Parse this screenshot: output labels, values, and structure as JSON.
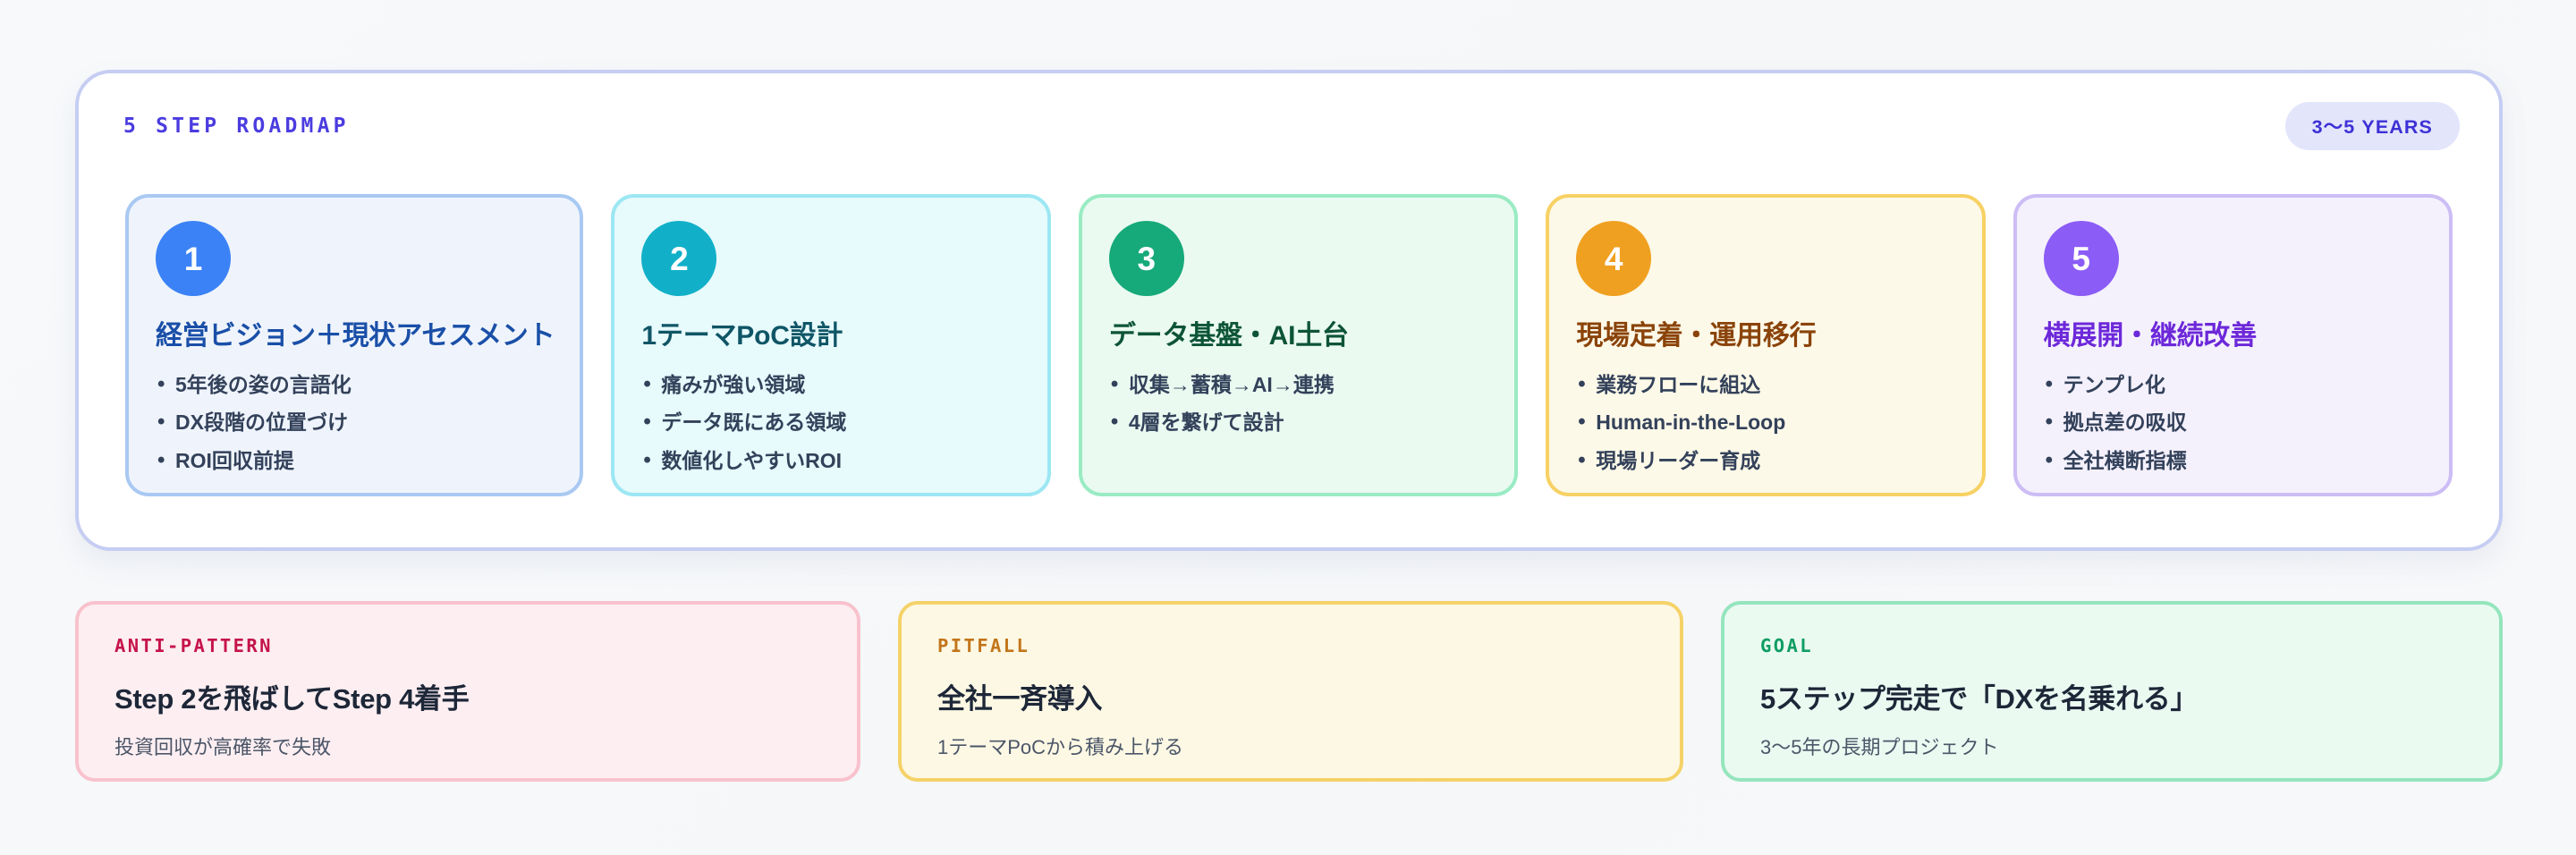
{
  "roadmap": {
    "eyebrow": "5 STEP ROADMAP",
    "badge": "3〜5 YEARS",
    "accent": "#4b3ce0",
    "panel_border": "#c6cdf3",
    "steps": [
      {
        "number": "1",
        "title": "経営ビジョン＋現状アセスメント",
        "bullets": [
          "5年後の姿の言語化",
          "DX段階の位置づけ",
          "ROI回収前提"
        ],
        "badge_color": "#3b82f6",
        "title_color": "#1a4fa8",
        "border_color": "#a9c9f2",
        "bg_color": "#eff4fc"
      },
      {
        "number": "2",
        "title": "1テーマPoC設計",
        "bullets": [
          "痛みが強い領域",
          "データ既にある領域",
          "数値化しやすいROI"
        ],
        "badge_color": "#11b0c8",
        "title_color": "#0f5566",
        "border_color": "#9ce7f3",
        "bg_color": "#e7fafc"
      },
      {
        "number": "3",
        "title": "データ基盤・AI土台",
        "bullets": [
          "収集→蓄積→AI→連携",
          "4層を繋げて設計"
        ],
        "badge_color": "#16a97a",
        "title_color": "#0d5437",
        "border_color": "#9aebc4",
        "bg_color": "#eafaf1"
      },
      {
        "number": "4",
        "title": "現場定着・運用移行",
        "bullets": [
          "業務フローに組込",
          "Human-in-the-Loop",
          "現場リーダー育成"
        ],
        "badge_color": "#f0a020",
        "title_color": "#8a4309",
        "border_color": "#f7d164",
        "bg_color": "#fdf9e8"
      },
      {
        "number": "5",
        "title": "横展開・継続改善",
        "bullets": [
          "テンプレ化",
          "拠点差の吸収",
          "全社横断指標"
        ],
        "badge_color": "#8b5cf6",
        "title_color": "#6d28d9",
        "border_color": "#cdbdf5",
        "bg_color": "#f4f1fd"
      }
    ]
  },
  "notes": [
    {
      "eyebrow": "ANTI-PATTERN",
      "title": "Step 2を飛ばしてStep 4着手",
      "subtitle": "投資回収が高確率で失敗",
      "eyebrow_color": "#c5134b",
      "border_color": "#f8c2cd",
      "bg_color": "#fdeef1"
    },
    {
      "eyebrow": "PITFALL",
      "title": "全社一斉導入",
      "subtitle": "1テーマPoCから積み上げる",
      "eyebrow_color": "#c2751a",
      "border_color": "#f5d268",
      "bg_color": "#fdf8e4"
    },
    {
      "eyebrow": "GOAL",
      "title": "5ステップ完走で「DXを名乗れる」",
      "subtitle": "3〜5年の長期プロジェクト",
      "eyebrow_color": "#0f9d62",
      "border_color": "#95e5bd",
      "bg_color": "#eafaf1"
    }
  ]
}
